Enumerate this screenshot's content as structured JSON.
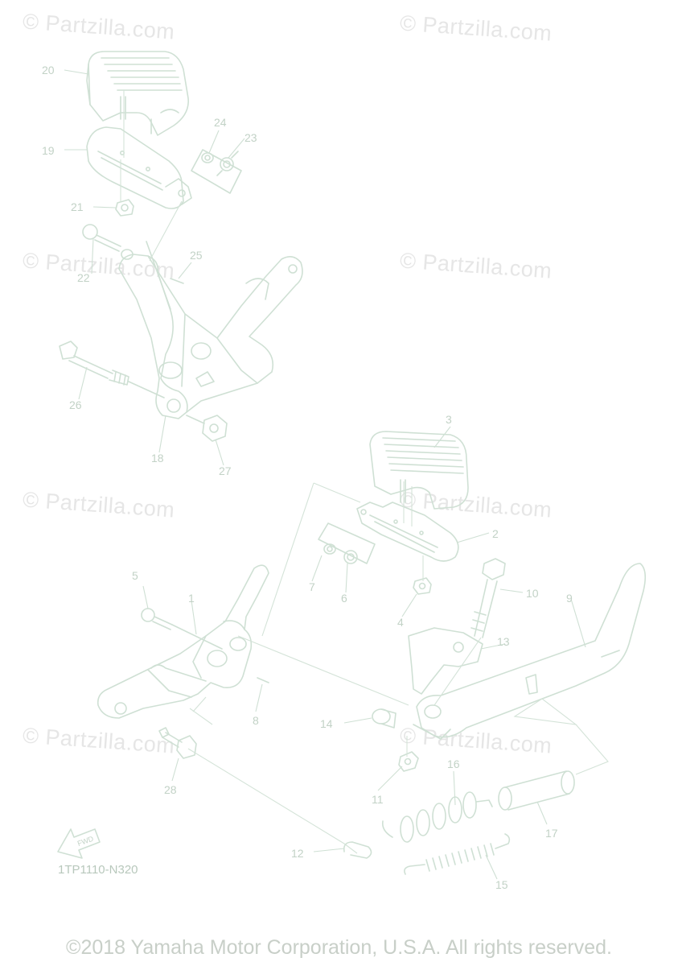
{
  "watermark": "© Partzilla.com",
  "diagram_code": "1TP1110-N320",
  "copyright": "©2018 Yamaha Motor Corporation, U.S.A. All rights reserved.",
  "fwd_label": "FWD",
  "callouts": {
    "c1": "1",
    "c2": "2",
    "c3": "3",
    "c4": "4",
    "c5": "5",
    "c6": "6",
    "c7": "7",
    "c8": "8",
    "c9": "9",
    "c10": "10",
    "c11": "11",
    "c12": "12",
    "c13": "13",
    "c14": "14",
    "c15": "15",
    "c16": "16",
    "c17": "17",
    "c18": "18",
    "c19": "19",
    "c20": "20",
    "c21": "21",
    "c22": "22",
    "c23": "23",
    "c24": "24",
    "c25": "25",
    "c26": "26",
    "c27": "27",
    "c28": "28"
  },
  "colors": {
    "line": "#cfe0d4",
    "label": "#c2d2c6",
    "watermark": "#e6e6e6"
  }
}
